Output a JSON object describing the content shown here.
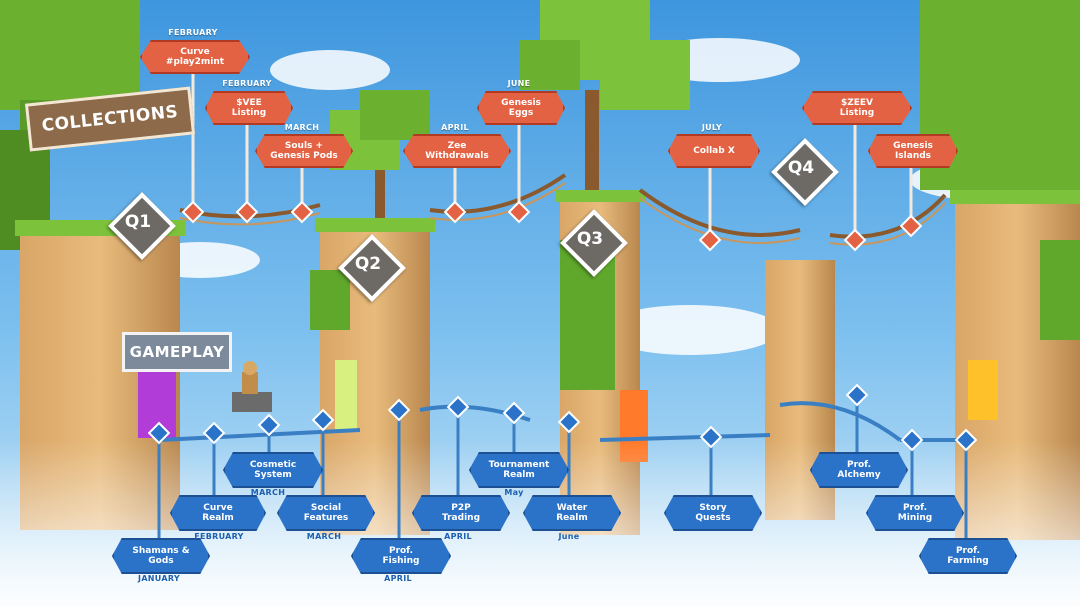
{
  "sections": {
    "collections": "COLLECTIONS",
    "gameplay": "GAMEPLAY"
  },
  "quarters": [
    "Q1",
    "Q2",
    "Q3",
    "Q4"
  ],
  "collections": [
    {
      "month": "FEBRUARY",
      "label": "Curve\n#play2mint"
    },
    {
      "month": "FEBRUARY",
      "label": "$VEE\nListing"
    },
    {
      "month": "MARCH",
      "label": "Souls +\nGenesis Pods"
    },
    {
      "month": "APRIL",
      "label": "Zee\nWithdrawals"
    },
    {
      "month": "JUNE",
      "label": "Genesis\nEggs"
    },
    {
      "month": "JULY",
      "label": "Collab X"
    },
    {
      "month": "",
      "label": "$ZEEV\nListing"
    },
    {
      "month": "",
      "label": "Genesis\nIslands"
    }
  ],
  "gameplay": [
    {
      "month": "JANUARY",
      "label": "Shamans &\nGods"
    },
    {
      "month": "FEBRUARY",
      "label": "Curve\nRealm"
    },
    {
      "month": "MARCH",
      "label": "Cosmetic\nSystem"
    },
    {
      "month": "MARCH",
      "label": "Social\nFeatures"
    },
    {
      "month": "APRIL",
      "label": "Prof.\nFishing"
    },
    {
      "month": "APRIL",
      "label": "P2P\nTrading"
    },
    {
      "month": "May",
      "label": "Tournament\nRealm"
    },
    {
      "month": "June",
      "label": "Water\nRealm"
    },
    {
      "month": "",
      "label": "Story\nQuests"
    },
    {
      "month": "",
      "label": "Prof.\nAlchemy"
    },
    {
      "month": "",
      "label": "Prof.\nMining"
    },
    {
      "month": "",
      "label": "Prof.\nFarming"
    }
  ],
  "colors": {
    "sky": "#4fa6e6",
    "red_sign": "#e46244",
    "blue_sign": "#2b73c9",
    "wood": "#c9955a",
    "grass": "#7cc23b"
  }
}
